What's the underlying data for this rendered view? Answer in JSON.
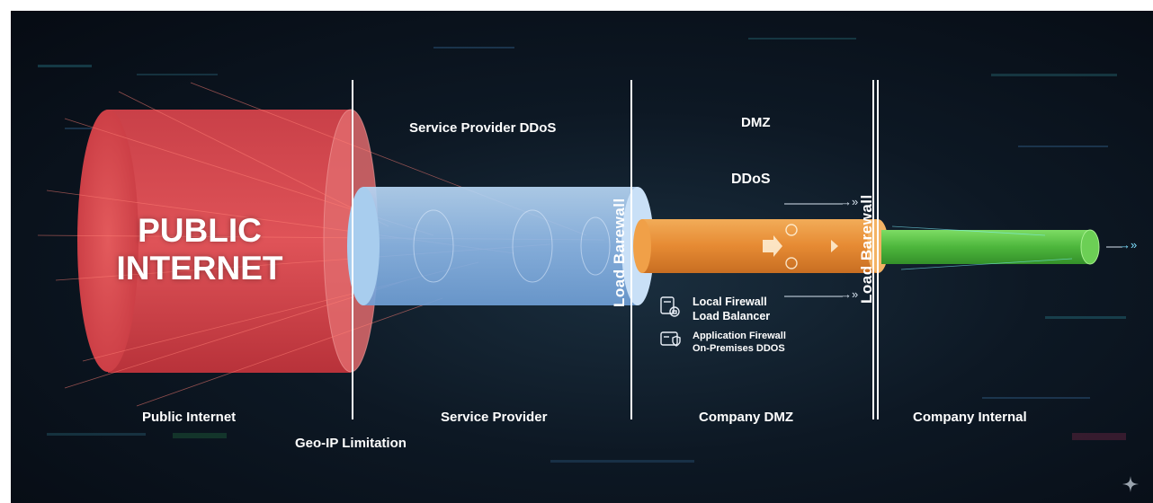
{
  "public_internet_title": [
    "PUBLIC",
    "INTERNET"
  ],
  "headers": {
    "service_provider_ddos": "Service Provider DDoS",
    "dmz": "DMZ",
    "ddos": "DDoS"
  },
  "barrier_labels": {
    "left": "Load Barewall",
    "right": "Load Barewall"
  },
  "dmz_components": [
    {
      "icon": "server-lock-icon",
      "lines": [
        "Local Firewall",
        "Load Balancer"
      ]
    },
    {
      "icon": "shield-server-icon",
      "lines": [
        "Application Firewall",
        "On-Premises DDOS"
      ]
    }
  ],
  "zones": {
    "public_internet": "Public Internet",
    "geo_ip": "Geo-IP Limitation",
    "service_provider": "Service Provider",
    "company_dmz": "Company DMZ",
    "company_internal": "Company Internal"
  },
  "arrows": {
    "ddos_arrow": "→»",
    "firewall_arrow": "→»",
    "exit_arrow": "→»"
  },
  "icons": [
    "sparkle-icon"
  ],
  "colors": {
    "public_internet": "#d84a4f",
    "service_provider": "#9ec3ea",
    "company_dmz": "#e9913a",
    "company_internal": "#59c24c",
    "background": "#0d1824"
  }
}
